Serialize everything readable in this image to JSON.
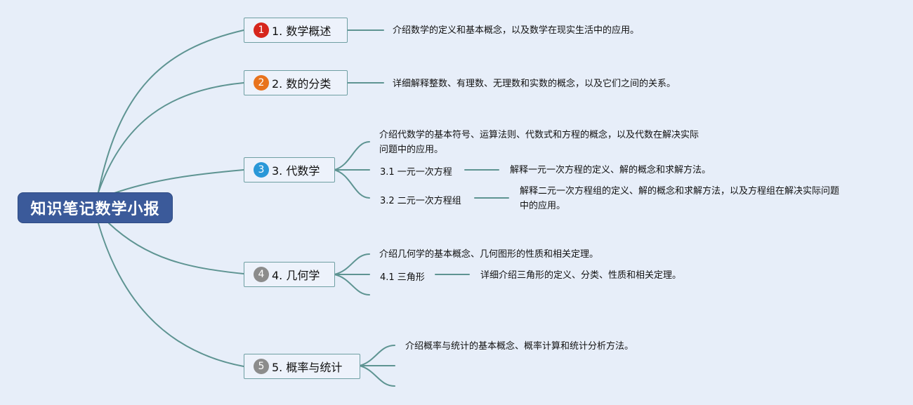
{
  "root": {
    "title": "知识笔记数学小报"
  },
  "topics": [
    {
      "number": "1",
      "label": "1. 数学概述",
      "badge_color": "#d6261c",
      "note": "介绍数学的定义和基本概念，以及数学在现实生活中的应用。"
    },
    {
      "number": "2",
      "label": "2. 数的分类",
      "badge_color": "#e8731d",
      "note": "详细解释整数、有理数、无理数和实数的概念，以及它们之间的关系。"
    },
    {
      "number": "3",
      "label": "3. 代数学",
      "badge_color": "#2a98d8",
      "note_lines": [
        "介绍代数学的基本符号、运算法则、代数式和方程的概念，以及代数在解决实际",
        "问题中的应用。"
      ],
      "subtopics": [
        {
          "label": "3.1 一元一次方程",
          "note": "解释一元一次方程的定义、解的概念和求解方法。"
        },
        {
          "label": "3.2 二元一次方程组",
          "note_lines": [
            "解释二元一次方程组的定义、解的概念和求解方法，以及方程组在解决实际问题",
            "中的应用。"
          ]
        }
      ]
    },
    {
      "number": "4",
      "label": "4. 几何学",
      "badge_color": "#8c8c8c",
      "note": "介绍几何学的基本概念、几何图形的性质和相关定理。",
      "subtopics": [
        {
          "label": "4.1 三角形",
          "note": "详细介绍三角形的定义、分类、性质和相关定理。"
        }
      ]
    },
    {
      "number": "5",
      "label": "5. 概率与统计",
      "badge_color": "#8c8c8c",
      "note": "介绍概率与统计的基本概念、概率计算和统计分析方法。"
    }
  ],
  "colors": {
    "background": "#e7eef9",
    "root_fill": "#3b5a9a",
    "connector": "#5e9492",
    "topic_border": "#6f9fa3"
  }
}
